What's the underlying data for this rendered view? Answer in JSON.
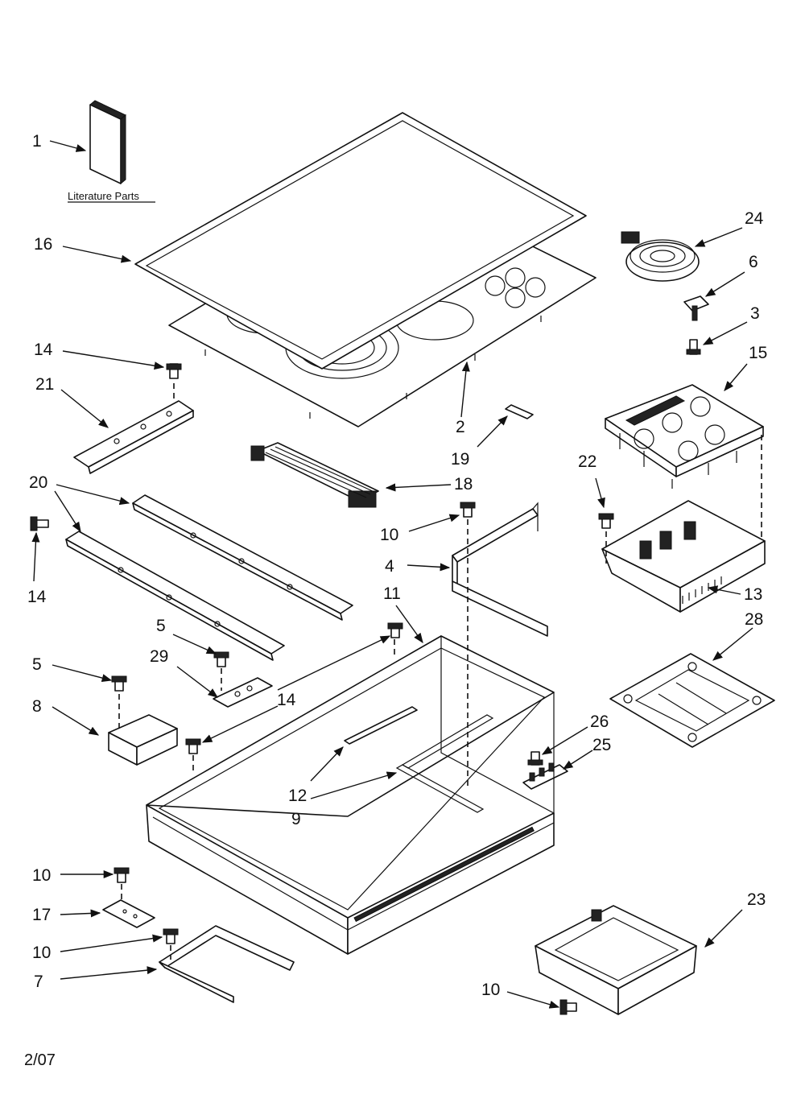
{
  "literature_caption": "Literature Parts",
  "date_code": "2/07",
  "labels": {
    "l1": "1",
    "l16": "16",
    "l24": "24",
    "l6": "6",
    "l3": "3",
    "l15": "15",
    "l14a": "14",
    "l21": "21",
    "l2": "2",
    "l19": "19",
    "l18": "18",
    "l22": "22",
    "l20": "20",
    "l10a": "10",
    "l4": "4",
    "l14b": "14",
    "l11": "11",
    "l13": "13",
    "l5a": "5",
    "l28": "28",
    "l29": "29",
    "l5b": "5",
    "l14c": "14",
    "l8": "8",
    "l26": "26",
    "l25": "25",
    "l12": "12",
    "l9": "9",
    "l10b": "10",
    "l17": "17",
    "l23": "23",
    "l10c": "10",
    "l7": "7",
    "l10d": "10"
  }
}
